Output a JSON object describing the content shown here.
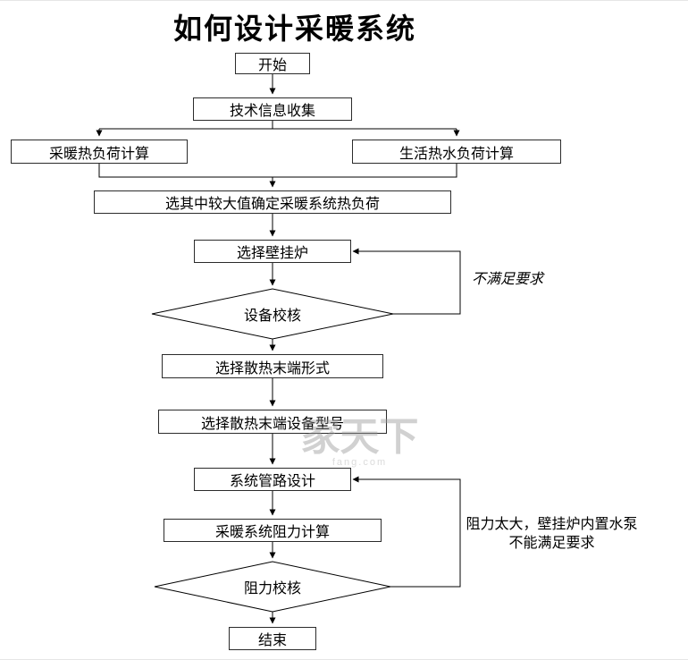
{
  "title": "如何设计采暖系统",
  "nodes": {
    "start": "开始",
    "collect_info": "技术信息收集",
    "heating_load": "采暖热负荷计算",
    "hot_water_load": "生活热水负荷计算",
    "choose_larger": "选其中较大值确定采暖系统热负荷",
    "select_boiler": "选择壁挂炉",
    "equipment_check": "设备校核",
    "terminal_form": "选择散热末端形式",
    "terminal_model": "选择散热末端设备型号",
    "piping_design": "系统管路设计",
    "resistance_calc": "采暖系统阻力计算",
    "resistance_check": "阻力校核",
    "end": "结束"
  },
  "edge_labels": {
    "not_satisfied": "不满足要求",
    "resistance_line1": "阻力太大，壁挂炉内置水泵",
    "resistance_line2": "不能满足要求"
  },
  "watermark": {
    "text": "家天下",
    "subtext": "fang.com"
  },
  "colors": {
    "line": "#000000",
    "box_border": "#2b2b2b",
    "background": "#ffffff"
  }
}
